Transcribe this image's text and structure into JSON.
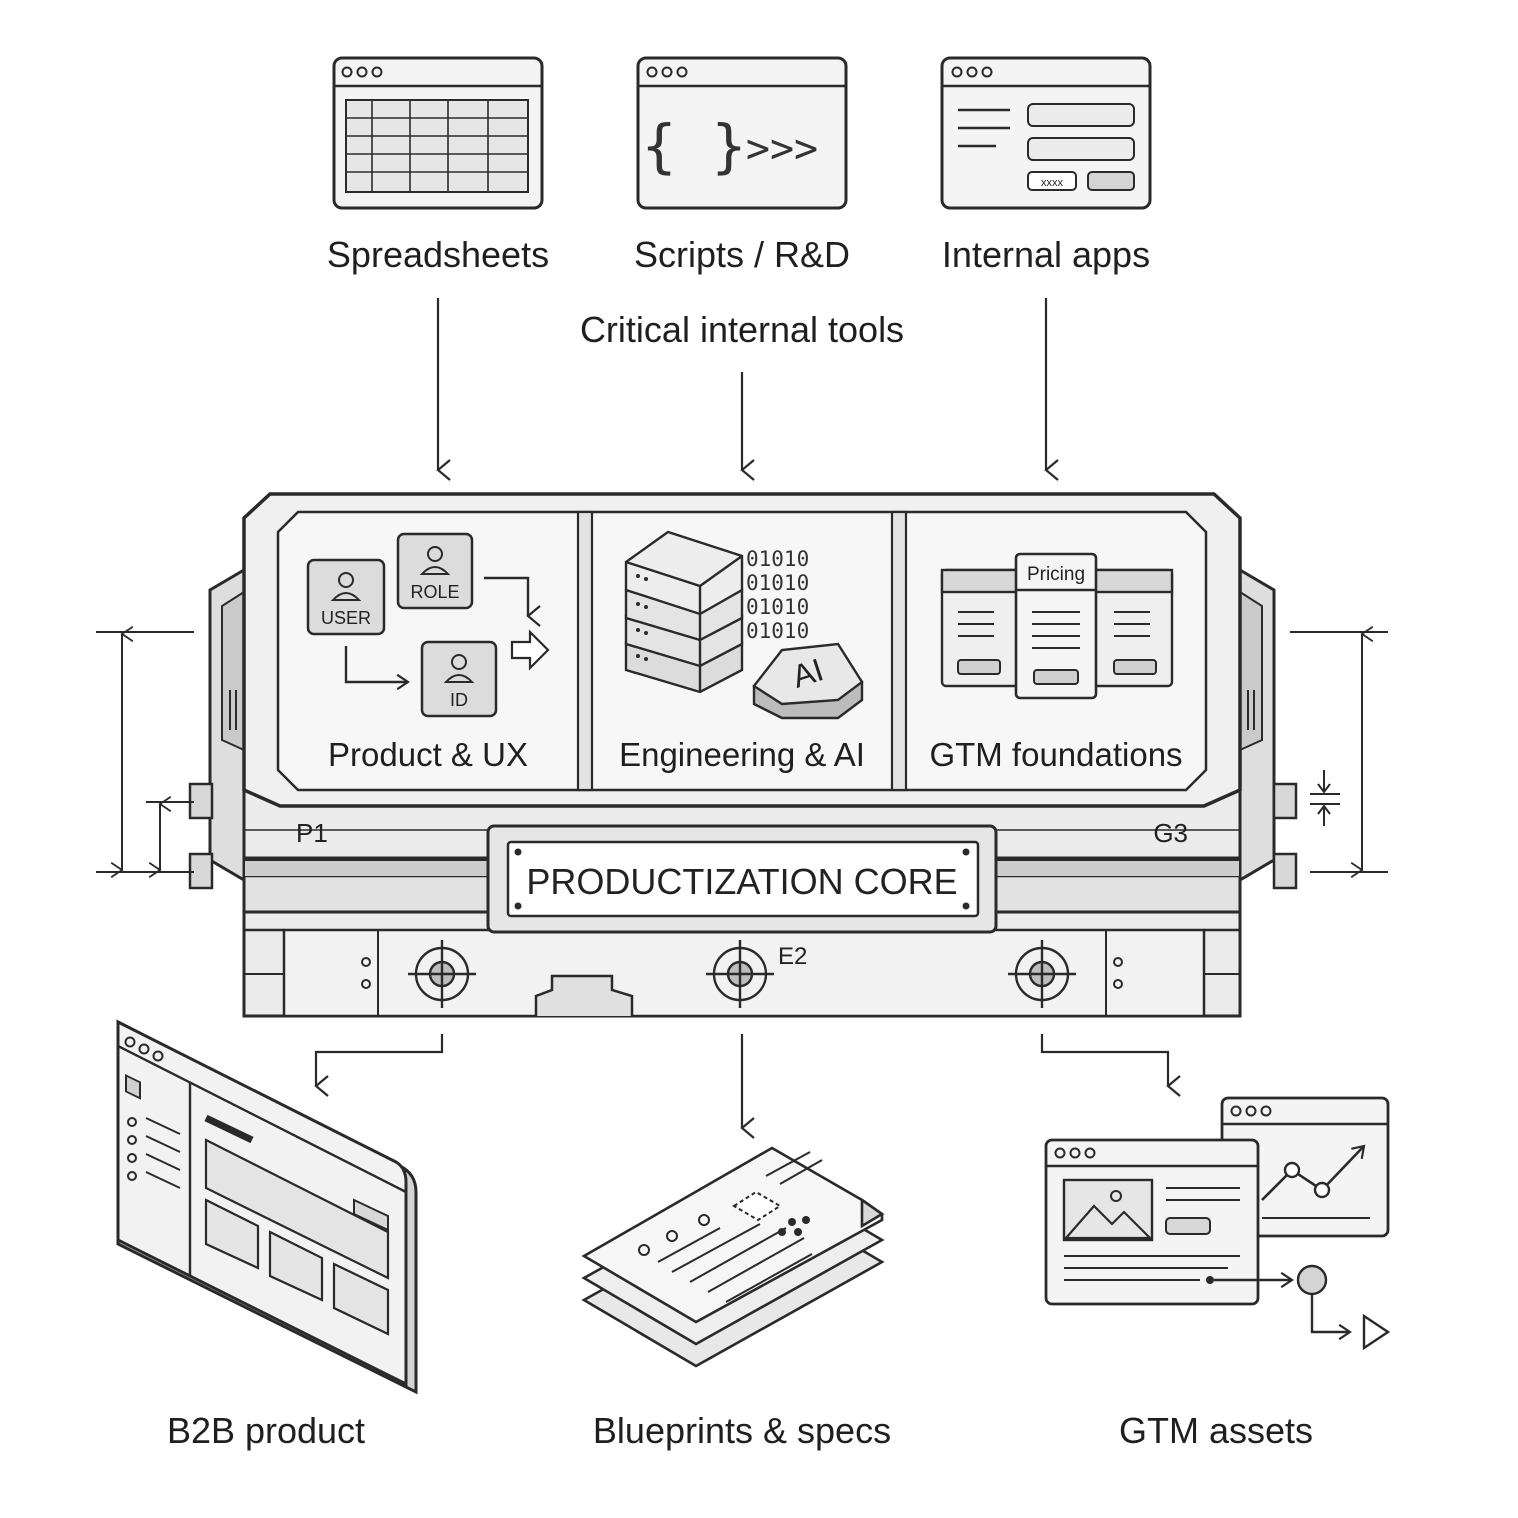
{
  "inputs": {
    "caption": "Critical internal tools",
    "items": [
      {
        "label": "Spreadsheets"
      },
      {
        "label": "Scripts / R&D"
      },
      {
        "label": "Internal apps"
      }
    ],
    "code_braces": "{ }",
    "code_prompt": ">>>",
    "form_button_text": "xxxx"
  },
  "core": {
    "title": "PRODUCTIZATION CORE",
    "bay_tag_left": "P1",
    "bay_tag_right": "G3",
    "bay_tag_bottom": "E2",
    "modules": [
      {
        "label": "Product & UX",
        "chips": [
          "USER",
          "ROLE",
          "ID"
        ]
      },
      {
        "label": "Engineering & AI",
        "binary_rows": [
          "01010",
          "01010",
          "01010",
          "01010"
        ],
        "chip": "AI"
      },
      {
        "label": "GTM foundations",
        "card_title": "Pricing"
      }
    ]
  },
  "outputs": {
    "items": [
      {
        "label": "B2B product"
      },
      {
        "label": "Blueprints & specs"
      },
      {
        "label": "GTM assets"
      }
    ]
  },
  "colors": {
    "stroke": "#2a2a2a",
    "fill_light": "#f3f3f3",
    "fill_mid": "#e4e4e4",
    "fill_dark": "#cfcfcf"
  }
}
